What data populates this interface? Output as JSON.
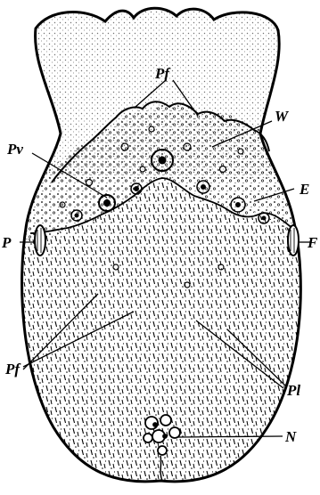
{
  "diagram": {
    "labels": {
      "pf_top": "Pf",
      "w": "W",
      "pv": "Pv",
      "e": "E",
      "p": "P",
      "f": "F",
      "pf_bottom": "Pf",
      "pl": "Pl",
      "n": "N"
    },
    "colors": {
      "ink": "#000000",
      "paper": "#ffffff"
    }
  }
}
